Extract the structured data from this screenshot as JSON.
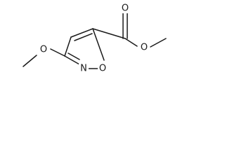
{
  "atoms": {
    "carbonyl_oxygen": "O",
    "ester_oxygen": "O",
    "methoxy_oxygen": "O",
    "ring_nitrogen": "N",
    "ring_oxygen": "O"
  }
}
